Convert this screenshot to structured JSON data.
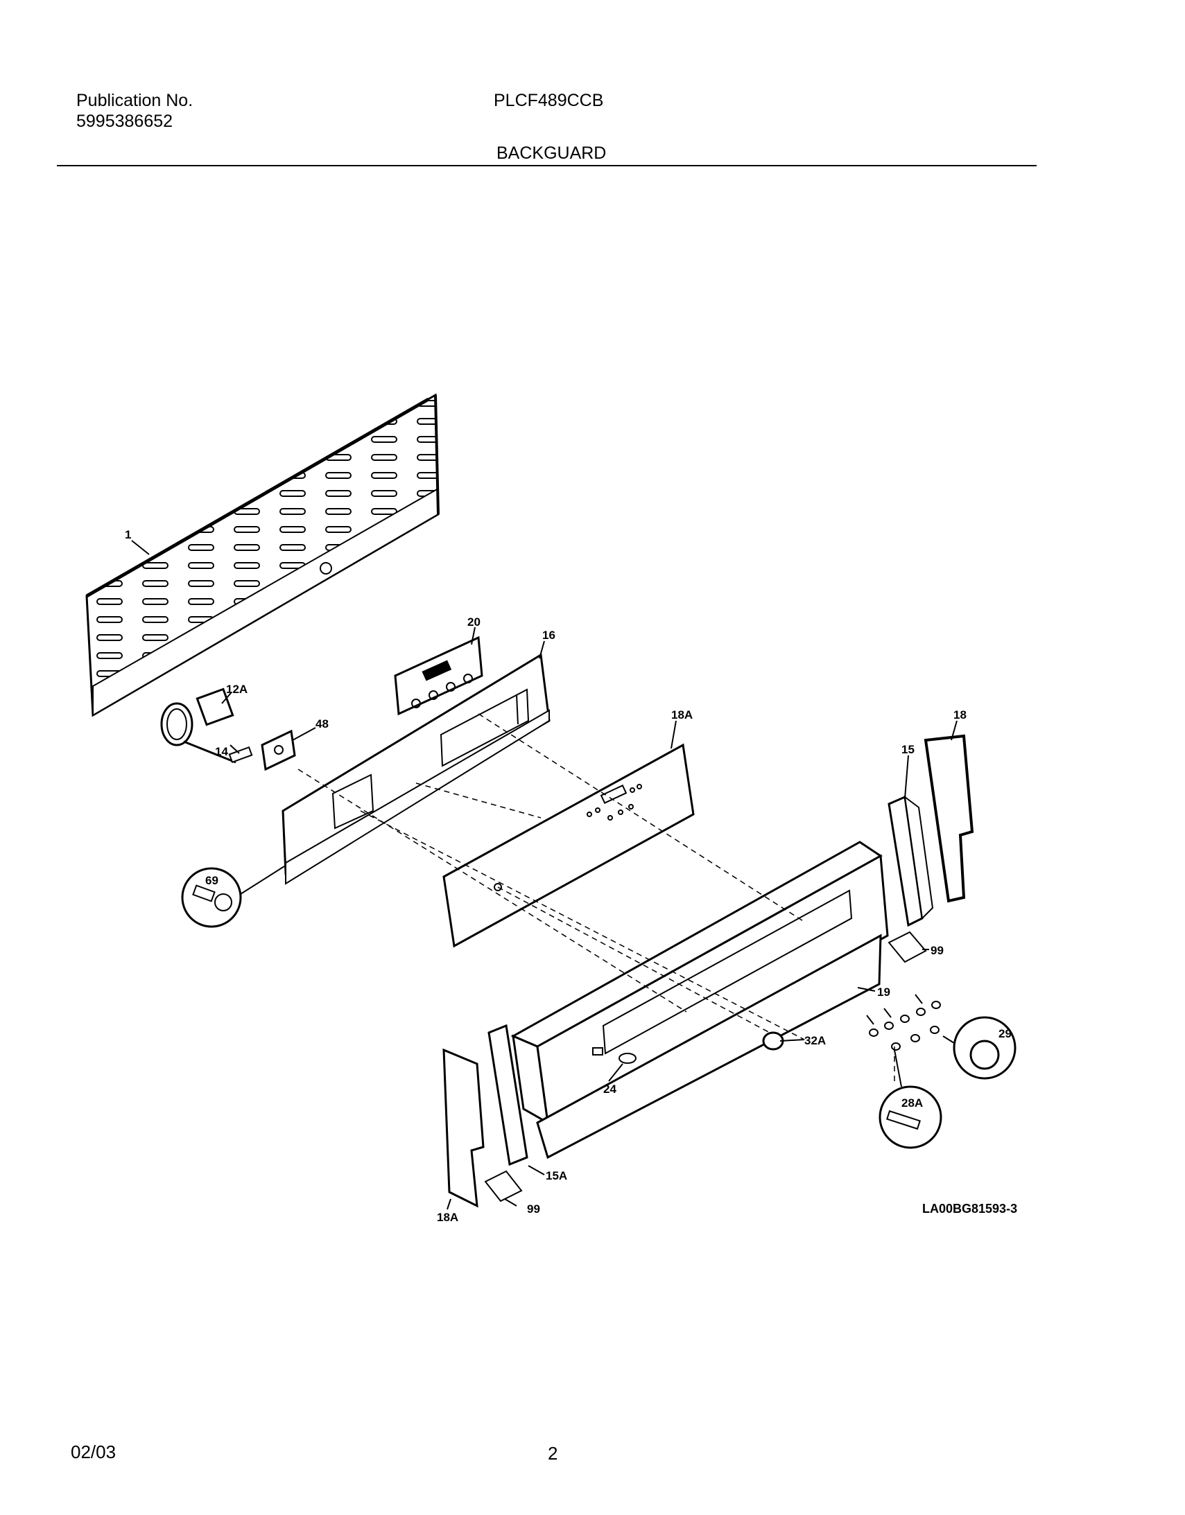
{
  "header": {
    "publication_label": "Publication No.",
    "publication_number": "5995386652",
    "model": "PLCF489CCB",
    "section_title": "BACKGUARD"
  },
  "diagram": {
    "labels": {
      "p1": "1",
      "p12A": "12A",
      "p14": "14",
      "p48": "48",
      "p20": "20",
      "p16": "16",
      "p18A_panel": "18A",
      "p18": "18",
      "p15": "15",
      "p69": "69",
      "p99_right": "99",
      "p19": "19",
      "p32A": "32A",
      "p29": "29",
      "p24": "24",
      "p28A": "28A",
      "p15A": "15A",
      "p18A_left": "18A",
      "p99_left": "99"
    },
    "drawing_code": "LA00BG81593-3"
  },
  "footer": {
    "date": "02/03",
    "page": "2"
  }
}
